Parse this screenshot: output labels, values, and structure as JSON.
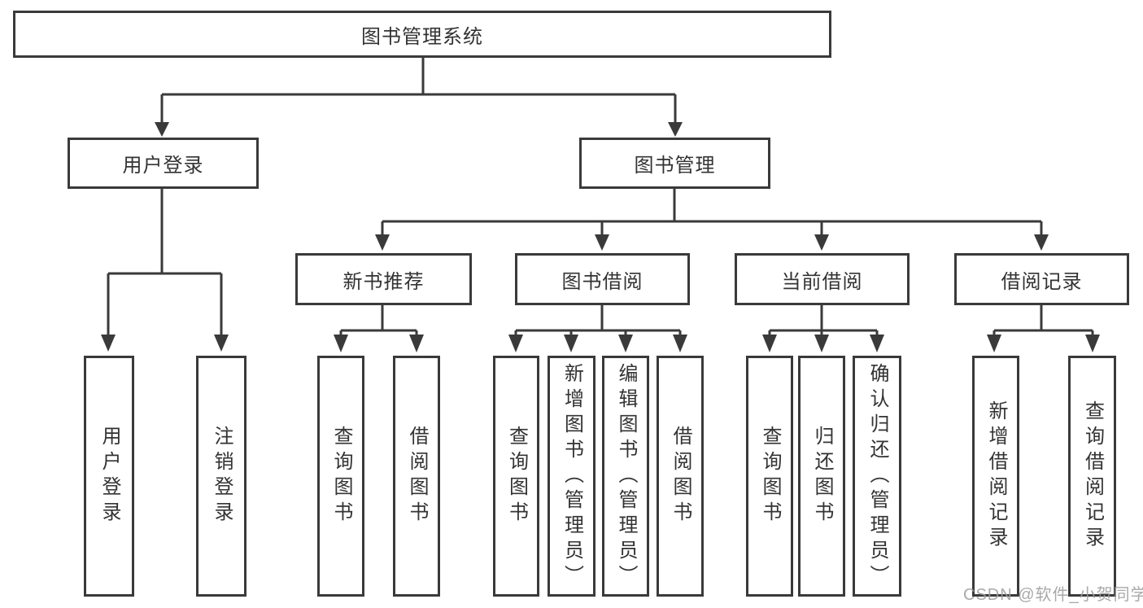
{
  "colors": {
    "background": "#ffffff",
    "line": "#3a3a3a",
    "node_border": "#3a3a3a",
    "text": "#333333",
    "watermark": "#9e9e9e"
  },
  "watermark": {
    "text": "CSDN @软件_小贺同学"
  },
  "tree": {
    "label": "图书管理系统",
    "children": [
      {
        "label": "用户登录",
        "children": [
          {
            "label": "用户登录"
          },
          {
            "label": "注销登录"
          }
        ]
      },
      {
        "label": "图书管理",
        "children": [
          {
            "label": "新书推荐",
            "children": [
              {
                "label": "查询图书"
              },
              {
                "label": "借阅图书"
              }
            ]
          },
          {
            "label": "图书借阅",
            "children": [
              {
                "label": "查询图书"
              },
              {
                "label": "新增图书（管理员）"
              },
              {
                "label": "编辑图书（管理员）"
              },
              {
                "label": "借阅图书"
              }
            ]
          },
          {
            "label": "当前借阅",
            "children": [
              {
                "label": "查询图书"
              },
              {
                "label": "归还图书"
              },
              {
                "label": "确认归还（管理员）"
              }
            ]
          },
          {
            "label": "借阅记录",
            "children": [
              {
                "label": "新增借阅记录"
              },
              {
                "label": "查询借阅记录"
              }
            ]
          }
        ]
      }
    ]
  }
}
